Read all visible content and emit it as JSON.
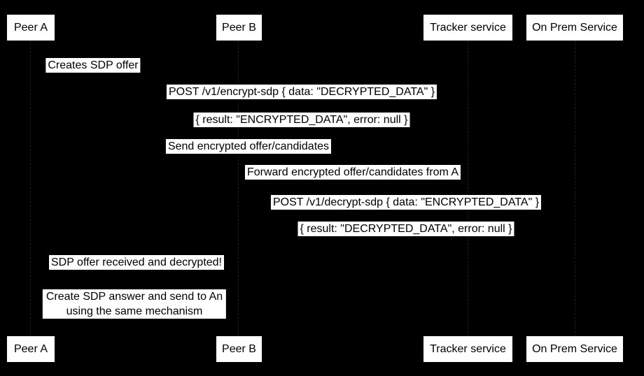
{
  "diagram": {
    "type": "sequence-diagram",
    "background_color": "#000000",
    "label_background_color": "#ffffff",
    "label_text_color": "#000000"
  },
  "actors": [
    {
      "label": "Peer A"
    },
    {
      "label": "Peer B"
    },
    {
      "label": "Tracker service"
    },
    {
      "label": "On Prem Service"
    }
  ],
  "messages": [
    {
      "text": "Creates SDP offer"
    },
    {
      "text": "POST /v1/encrypt-sdp { data: \"DECRYPTED_DATA\" }"
    },
    {
      "text": "{ result: \"ENCRYPTED_DATA\", error: null }"
    },
    {
      "text": "Send encrypted offer/candidates"
    },
    {
      "text": "Forward encrypted offer/candidates from A"
    },
    {
      "text": "POST /v1/decrypt-sdp { data: \"ENCRYPTED_DATA\" }"
    },
    {
      "text": "{ result: \"DECRYPTED_DATA\", error: null }"
    },
    {
      "text": "SDP offer received and decrypted!"
    }
  ],
  "note": {
    "line1": "Create SDP answer and send to An",
    "line2": "using the same mechanism"
  }
}
